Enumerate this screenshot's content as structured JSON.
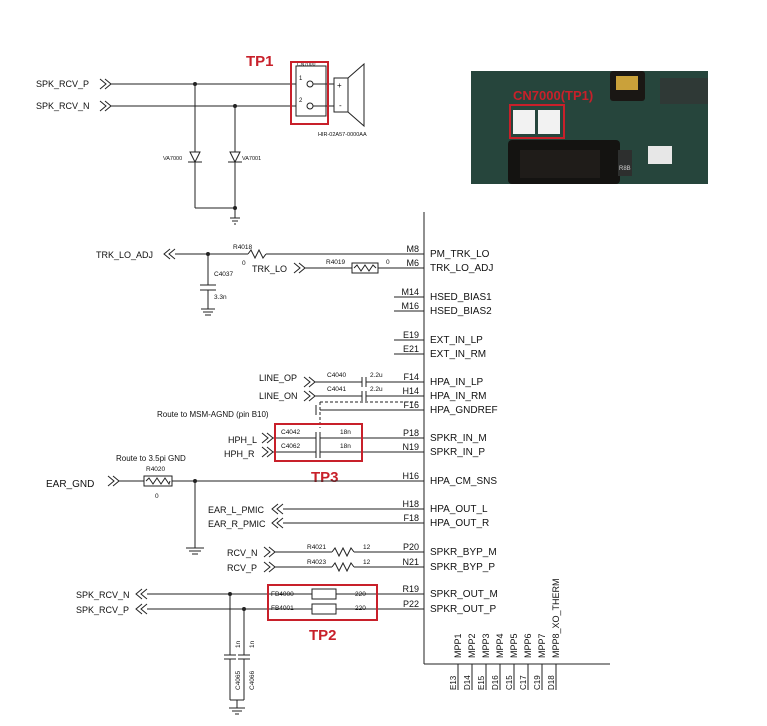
{
  "inputs": {
    "spk_rcv_p": "SPK_RCV_P",
    "spk_rcv_n": "SPK_RCV_N",
    "trk_lo_adj": "TRK_LO_ADJ",
    "trk_lo": "TRK_LO",
    "ear_gnd": "EAR_GND",
    "line_op": "LINE_OP",
    "line_on": "LINE_ON",
    "hph_l": "HPH_L",
    "hph_r": "HPH_R",
    "ear_l_pmic": "EAR_L_PMIC",
    "ear_r_pmic": "EAR_R_PMIC",
    "rcv_n": "RCV_N",
    "rcv_p": "RCV_P",
    "spk_rcv_n2": "SPK_RCV_N",
    "spk_rcv_p2": "SPK_RCV_P"
  },
  "annotations": {
    "tp1": "TP1",
    "tp2": "TP2",
    "tp3": "TP3",
    "cn7000": "CN7000(TP1)",
    "route_agnd": "Route to MSM-AGND (pin B10)",
    "route_35": "Route to 3.5pi GND",
    "connector_part": "HIR-02A57-0000AA"
  },
  "components": {
    "cn7000": "CN7000",
    "va7000": "VA7000",
    "va7001": "VA7001",
    "r4018": "R4018",
    "r4018_val": "0",
    "r4019": "R4019",
    "r4019_val": "0",
    "c4037": "C4037",
    "c4037_val": "3.3n",
    "c4040": "C4040",
    "c4040_val": "2.2u",
    "c4041": "C4041",
    "c4041_val": "2.2u",
    "c4042": "C4042",
    "c4042_val": "18n",
    "c4062": "C4062",
    "c4062_val": "18n",
    "r4020": "R4020",
    "r4020_val": "0",
    "r4021": "R4021",
    "r4021_val": "12",
    "r4023": "R4023",
    "r4023_val": "12",
    "fb4000": "FB4000",
    "fb4000_val": "220",
    "fb4001": "FB4001",
    "fb4001_val": "220",
    "c4065": "C4065",
    "c4066": "C4066",
    "c_val_1n_a": "1n",
    "c_val_1n_b": "1n",
    "pin1": "1",
    "pin2": "2",
    "plus": "+",
    "minus": "-"
  },
  "ic_pins": [
    {
      "pin": "M8",
      "name": "PM_TRK_LO"
    },
    {
      "pin": "M6",
      "name": "TRK_LO_ADJ"
    },
    {
      "pin": "M14",
      "name": "HSED_BIAS1"
    },
    {
      "pin": "M16",
      "name": "HSED_BIAS2"
    },
    {
      "pin": "E19",
      "name": "EXT_IN_LP"
    },
    {
      "pin": "E21",
      "name": "EXT_IN_RM"
    },
    {
      "pin": "F14",
      "name": "HPA_IN_LP"
    },
    {
      "pin": "H14",
      "name": "HPA_IN_RM"
    },
    {
      "pin": "F16",
      "name": "HPA_GNDREF"
    },
    {
      "pin": "P18",
      "name": "SPKR_IN_M"
    },
    {
      "pin": "N19",
      "name": "SPKR_IN_P"
    },
    {
      "pin": "H16",
      "name": "HPA_CM_SNS"
    },
    {
      "pin": "H18",
      "name": "HPA_OUT_L"
    },
    {
      "pin": "F18",
      "name": "HPA_OUT_R"
    },
    {
      "pin": "P20",
      "name": "SPKR_BYP_M"
    },
    {
      "pin": "N21",
      "name": "SPKR_BYP_P"
    },
    {
      "pin": "R19",
      "name": "SPKR_OUT_M"
    },
    {
      "pin": "P22",
      "name": "SPKR_OUT_P"
    }
  ],
  "bottom_pins": [
    {
      "name": "MPP1",
      "pin": "E13"
    },
    {
      "name": "MPP2",
      "pin": "D14"
    },
    {
      "name": "MPP3",
      "pin": "E15"
    },
    {
      "name": "MPP4",
      "pin": "D16"
    },
    {
      "name": "MPP5",
      "pin": "C15"
    },
    {
      "name": "MPP6",
      "pin": "C17"
    },
    {
      "name": "MPP7",
      "pin": "C19"
    },
    {
      "name": "MPP8_XO_THERM",
      "pin": "D18"
    }
  ],
  "photo_chip_text": "R8B"
}
